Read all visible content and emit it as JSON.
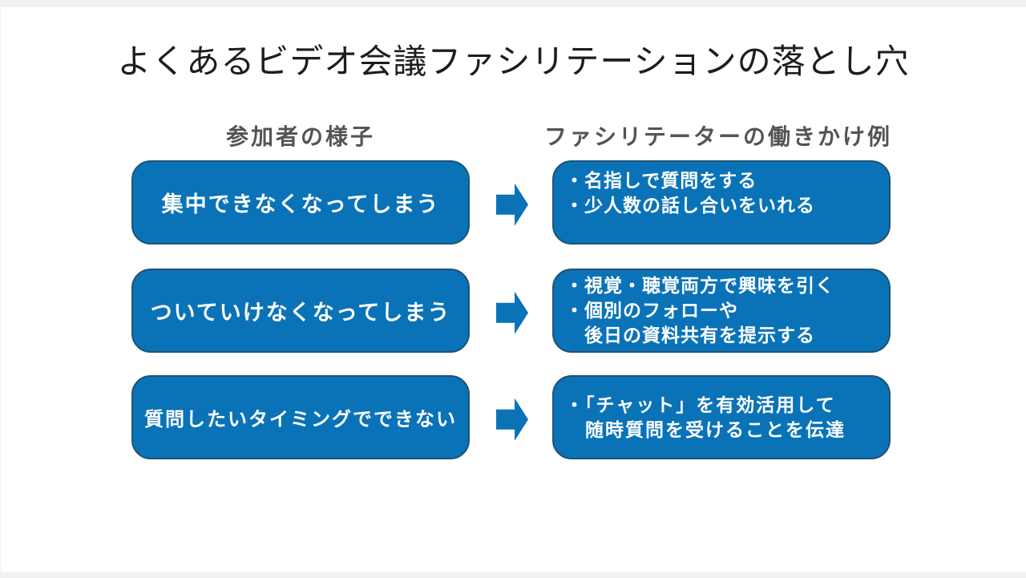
{
  "slide": {
    "title": "よくあるビデオ会議ファシリテーションの落とし穴",
    "columns": {
      "left_header": "参加者の様子",
      "right_header": "ファシリテーターの働きかけ例"
    },
    "rows": [
      {
        "situation": "集中できなくなってしまう",
        "actions": [
          "・名指しで質問をする",
          "・少人数の話し合いをいれる"
        ]
      },
      {
        "situation": "ついていけなくなってしまう",
        "actions": [
          "・視覚・聴覚両方で興味を引く",
          "・個別のフォローや",
          "　後日の資料共有を提示する"
        ]
      },
      {
        "situation": "質問したいタイミングでできない",
        "actions": [
          "・「チャット」を有効活用して",
          "　随時質問を受けることを伝達"
        ]
      }
    ],
    "icons": {
      "flow_arrow": "arrow-right"
    },
    "colors": {
      "box_fill": "#0a73b8",
      "box_border": "#1f5377",
      "arrow_fill": "#0a73b8",
      "title_color": "#1d1d1d",
      "header_color": "#545454",
      "box_text_color": "#ffffff",
      "slide_background": "#ffffff",
      "frame_background": "#eff1f3"
    }
  }
}
